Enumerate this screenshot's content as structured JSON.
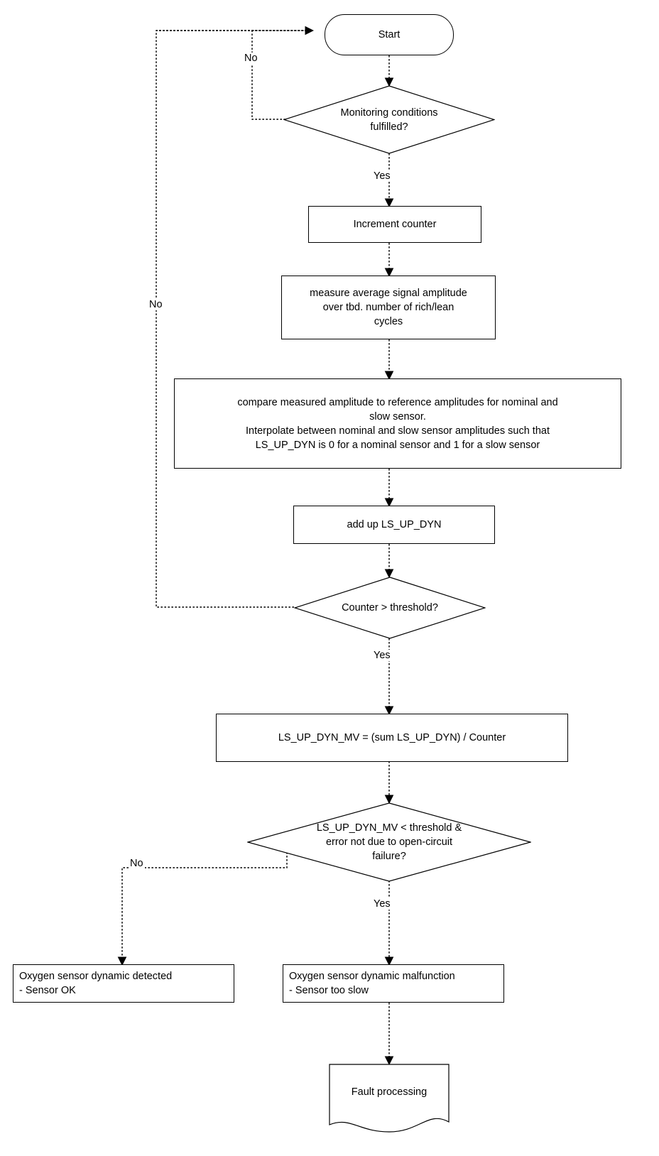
{
  "diagram": {
    "title": "Oxygen sensor dynamic monitoring flowchart",
    "type": "flowchart",
    "stroke_color": "#000000",
    "fill_color": "#ffffff",
    "nodes": [
      {
        "id": "start",
        "shape": "terminator",
        "label": "Start"
      },
      {
        "id": "mon_cond",
        "shape": "decision",
        "label": "Monitoring  conditions\nfulfilled?"
      },
      {
        "id": "increment",
        "shape": "process",
        "label": "Increment counter"
      },
      {
        "id": "measure",
        "shape": "process",
        "label": "measure average signal amplitude\nover tbd. number of rich/lean\ncycles"
      },
      {
        "id": "compare",
        "shape": "process",
        "label": "compare measured amplitude to reference amplitudes for nominal and\nslow sensor.\nInterpolate between nominal and slow sensor amplitudes such that\nLS_UP_DYN is 0 for a nominal sensor and 1 for a slow sensor"
      },
      {
        "id": "addup",
        "shape": "process",
        "label": "add up LS_UP_DYN"
      },
      {
        "id": "counter_thr",
        "shape": "decision",
        "label": "Counter > threshold?"
      },
      {
        "id": "mv_calc",
        "shape": "process",
        "label": "LS_UP_DYN_MV = (sum LS_UP_DYN) / Counter"
      },
      {
        "id": "mv_check",
        "shape": "decision",
        "label": "LS_UP_DYN_MV < threshold &\nerror not due to open-circuit\nfailure?"
      },
      {
        "id": "sensor_ok",
        "shape": "process",
        "label": "Oxygen sensor dynamic detected\n- Sensor OK"
      },
      {
        "id": "sensor_slow",
        "shape": "process",
        "label": "Oxygen sensor dynamic malfunction\n- Sensor too slow"
      },
      {
        "id": "fault_proc",
        "shape": "document",
        "label": "Fault processing"
      }
    ],
    "edge_labels": [
      {
        "id": "mon_no",
        "label": "No"
      },
      {
        "id": "mon_yes",
        "label": "Yes"
      },
      {
        "id": "counter_no",
        "label": "No"
      },
      {
        "id": "counter_yes",
        "label": "Yes"
      },
      {
        "id": "mv_no",
        "label": "No"
      },
      {
        "id": "mv_yes",
        "label": "Yes"
      }
    ],
    "edges": [
      {
        "from": "start",
        "to": "mon_cond",
        "label": ""
      },
      {
        "from": "mon_cond",
        "to": "start",
        "label": "No"
      },
      {
        "from": "mon_cond",
        "to": "increment",
        "label": "Yes"
      },
      {
        "from": "increment",
        "to": "measure",
        "label": ""
      },
      {
        "from": "measure",
        "to": "compare",
        "label": ""
      },
      {
        "from": "compare",
        "to": "addup",
        "label": ""
      },
      {
        "from": "addup",
        "to": "counter_thr",
        "label": ""
      },
      {
        "from": "counter_thr",
        "to": "increment",
        "label": "No"
      },
      {
        "from": "counter_thr",
        "to": "mv_calc",
        "label": "Yes"
      },
      {
        "from": "mv_calc",
        "to": "mv_check",
        "label": ""
      },
      {
        "from": "mv_check",
        "to": "sensor_ok",
        "label": "No"
      },
      {
        "from": "mv_check",
        "to": "sensor_slow",
        "label": "Yes"
      },
      {
        "from": "sensor_slow",
        "to": "fault_proc",
        "label": ""
      }
    ]
  }
}
